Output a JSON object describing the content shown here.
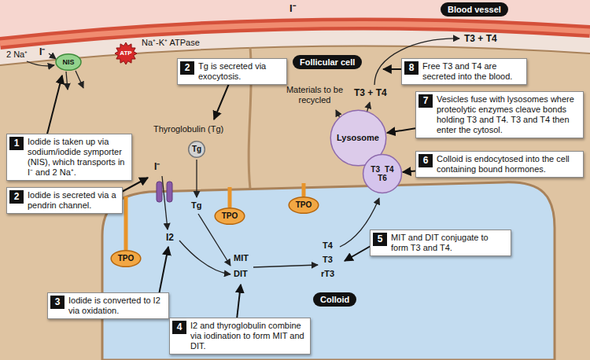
{
  "diagram": {
    "nodes": [
      {
        "text": [
          "Blood vessel"
        ]
      },
      {
        "text": [
          "Follicular cell"
        ]
      },
      {
        "text": [
          "NIS"
        ]
      },
      {
        "text": [
          "ATP"
        ]
      },
      {
        "text": [
          "1",
          "Iodide is taken up via sodium/iodide symporter (NIS), which transports in I⁻ and 2 Na⁺."
        ]
      },
      {
        "text": [
          "2",
          "Tg is secreted via exocytosis."
        ]
      },
      {
        "text": [
          "8",
          "Free T3 and T4 are secreted into the blood."
        ]
      },
      {
        "text": [
          "7",
          "Vesicles fuse with lysosomes where proteolytic enzymes cleave bonds holding T3 and T4. T3 and T4 then enter the cytosol."
        ]
      },
      {
        "text": [
          "Tg"
        ]
      },
      {
        "text": [
          "Lysosome"
        ]
      },
      {
        "text": [
          "T3",
          "T4",
          "T6"
        ]
      },
      {
        "text": [
          "6",
          "Colloid is endocytosed into the cell containing bound hormones."
        ]
      },
      {
        "text": [
          "2",
          "Iodide is secreted via a pendrin channel."
        ]
      },
      {
        "text": [
          "TPO"
        ]
      },
      {
        "text": [
          "TPO"
        ]
      },
      {
        "text": [
          "TPO"
        ]
      },
      {
        "text": [
          "5",
          "MIT and DIT conjugate to form T3 and T4."
        ]
      },
      {
        "text": [
          "3",
          "Iodide is converted to I2 via oxidation."
        ]
      },
      {
        "text": [
          "Colloid"
        ]
      },
      {
        "text": [
          "4",
          "I2 and thyroglobulin combine via iodination to form MIT and DIT."
        ]
      }
    ],
    "edges": [
      {
        "from": 7,
        "to": 9,
        "arrow": "to"
      },
      {
        "from": 11,
        "to": 10,
        "arrow": "to"
      }
    ],
    "labels": [
      "I⁻",
      "T3 + T4",
      "2 Na⁺",
      "I⁻",
      "Na⁺-K⁺ ATPase",
      "Materials to be recycled",
      "T3 + T4",
      "Thyroglobulin (Tg)",
      "I⁻",
      "Tg",
      "I2",
      "MIT",
      "DIT",
      "T4",
      "T3",
      "rT3"
    ]
  }
}
